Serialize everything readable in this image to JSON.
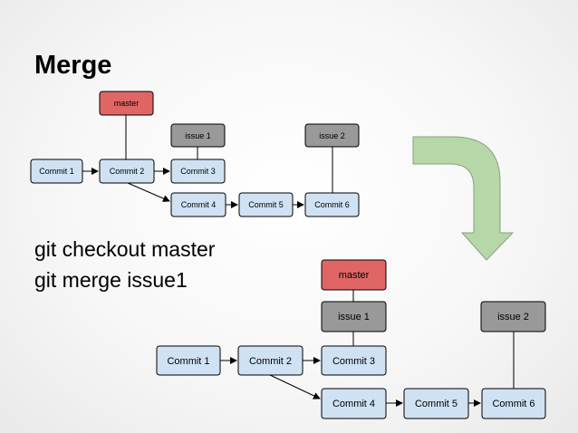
{
  "slide": {
    "title": "Merge",
    "commands": [
      "git checkout master",
      "git merge issue1"
    ]
  },
  "colors": {
    "commit_fill": "#cfe2f3",
    "branch_fill": "#999999",
    "head_fill": "#e06666",
    "arrow_fill": "#b6d7a8",
    "stroke": "#000000"
  },
  "before": {
    "commits": [
      "Commit 1",
      "Commit 2",
      "Commit 3",
      "Commit 4",
      "Commit 5",
      "Commit 6"
    ],
    "branches": [
      "issue 1",
      "issue 2"
    ],
    "head": "master"
  },
  "after": {
    "commits": [
      "Commit 1",
      "Commit 2",
      "Commit 3",
      "Commit 4",
      "Commit 5",
      "Commit 6"
    ],
    "branches": [
      "issue 1",
      "issue 2"
    ],
    "head": "master"
  },
  "icons": {
    "transition": "curved-arrow-down-icon"
  }
}
